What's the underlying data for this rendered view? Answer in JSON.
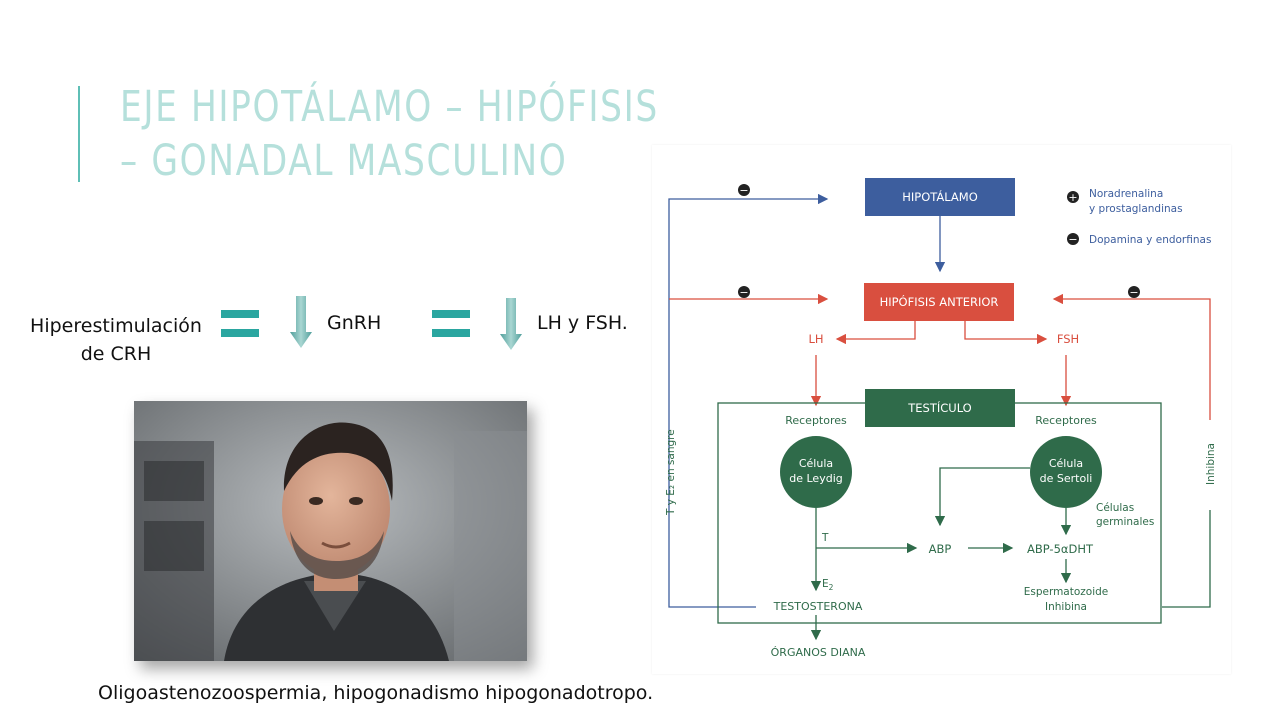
{
  "title": {
    "line1": "EJE HIPOTÁLAMO – HIPÓFISIS",
    "line2": "– GONADAL MASCULINO"
  },
  "sequence": {
    "item1_line1": "Hiperestimulación",
    "item1_line2": "de CRH",
    "item2": "GnRH",
    "item3": "LH y FSH."
  },
  "caption": "Oligoastenozoospermia, hipogonadismo hipogonadotropo.",
  "diagram": {
    "hipotalamo": "HIPOTÁLAMO",
    "hipofisis": "HIPÓFISIS ANTERIOR",
    "lh": "LH",
    "fsh": "FSH",
    "testiculo": "TESTÍCULO",
    "receptores_left": "Receptores",
    "receptores_right": "Receptores",
    "leydig_line1": "Célula",
    "leydig_line2": "de Leydig",
    "sertoli_line1": "Célula",
    "sertoli_line2": "de Sertoli",
    "celulas_line1": "Células",
    "celulas_line2": "germinales",
    "t": "T",
    "abp": "ABP",
    "abp_dht": "ABP-5αDHT",
    "e2": "E",
    "e2_sub": "2",
    "testosterona": "TESTOSTERONA",
    "espermatozoide": "Espermatozoide",
    "inhibina_bottom": "Inhibina",
    "organos": "ÓRGANOS DIANA",
    "legend_plus_line1": "Noradrenalina",
    "legend_plus_line2": "y prostaglandinas",
    "legend_minus": "Dopamina y endorfinas",
    "side_left": "T y E₂ en sangre",
    "side_right": "Inhibina",
    "minus_sign": "−",
    "plus_sign": "+"
  },
  "colors": {
    "title": "#b5e0db",
    "accent": "#2aa6a0",
    "blue": "#3d5e9e",
    "red": "#d94f3f",
    "green": "#2f6b4a"
  },
  "icons": {
    "equals": "equals-sign-icon",
    "arrow": "down-arrow-icon"
  }
}
